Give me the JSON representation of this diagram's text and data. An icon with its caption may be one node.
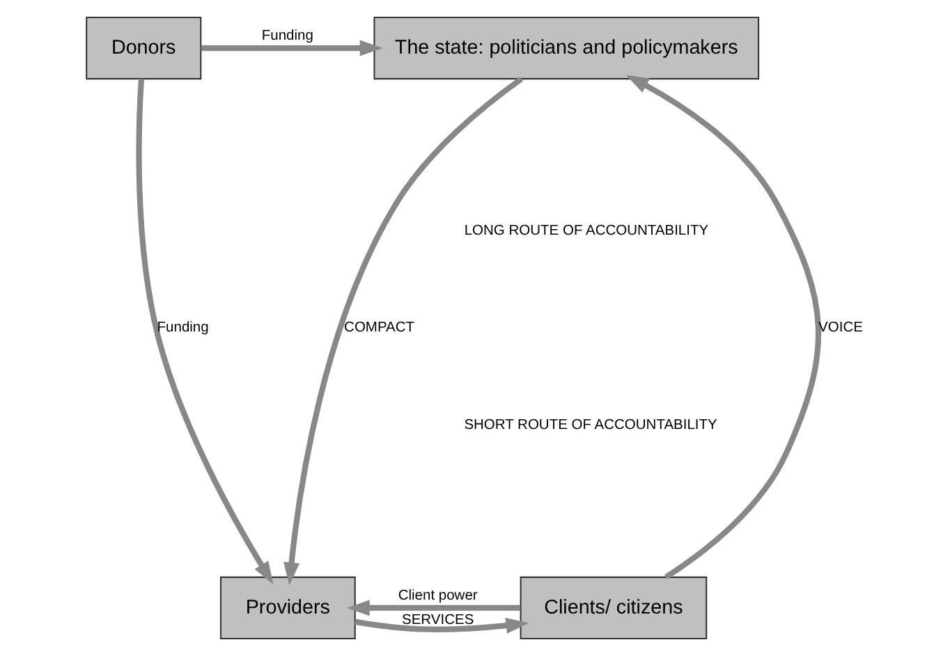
{
  "diagram": {
    "nodes": [
      {
        "text": [
          "The state: politicians and policymakers"
        ]
      },
      {
        "text": [
          "Donors"
        ]
      },
      {
        "text": [
          "Clients/ citizens"
        ]
      },
      {
        "text": [
          "Providers"
        ]
      }
    ],
    "edges": [
      {
        "from": 1,
        "to": 0,
        "arrow": "to",
        "label": "Funding"
      },
      {
        "from": 2,
        "to": 0,
        "arrow": "to",
        "label": "VOICE"
      },
      {
        "from": 0,
        "to": 3,
        "arrow": "to",
        "label": "COMPACT"
      },
      {
        "from": 1,
        "to": 3,
        "arrow": "to",
        "label": "Funding"
      },
      {
        "from": 2,
        "to": 3,
        "arrow": "to",
        "label": "Client power"
      },
      {
        "from": 3,
        "to": 2,
        "arrow": "to",
        "label": "SERVICES"
      }
    ],
    "labels": [
      "LONG ROUTE OF ACCOUNTABILITY",
      "SHORT ROUTE OF ACCOUNTABILITY"
    ]
  }
}
